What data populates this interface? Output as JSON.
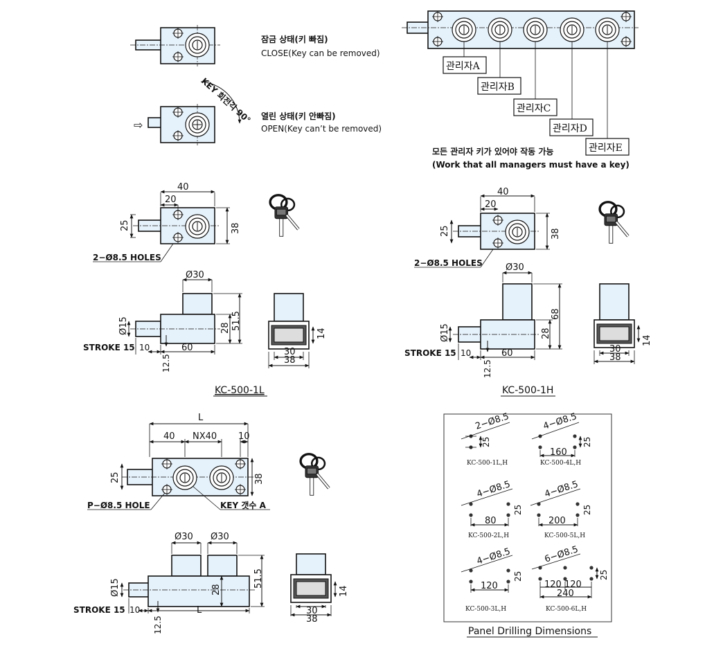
{
  "lock_states": {
    "close_ko": "잠금 상태(키 빠짐)",
    "close_en": "CLOSE(Key can be removed)",
    "open_ko": "열린 상태(키 안빠짐)",
    "open_en": "OPEN(Key can’t be removed)",
    "rotation": "KEY 회전각 90°",
    "arrow": "⇨"
  },
  "managers": {
    "labels": [
      "관리자A",
      "관리자B",
      "관리자C",
      "관리자D",
      "관리자E"
    ],
    "note_ko": "모든 관리자 키가 있어야 작동 가능",
    "note_en": "(Work that all managers must have a key)"
  },
  "kc_1l": {
    "title": "KC-500-1L",
    "dim_40": "40",
    "dim_20": "20",
    "dim_25": "25",
    "dim_38": "38",
    "holes": "2−Ø8.5 HOLES",
    "dia30": "Ø30",
    "dia15": "Ø15",
    "dim_51_5": "51.5",
    "dim_28": "28",
    "stroke": "STROKE 15",
    "dim_10": "10",
    "dim_60": "60",
    "dim_12_5": "12.5",
    "side_30": "30",
    "side_38": "38",
    "side_14": "14"
  },
  "kc_1h": {
    "title": "KC-500-1H",
    "dim_40": "40",
    "dim_20": "20",
    "dim_25": "25",
    "dim_38": "38",
    "holes": "2−Ø8.5 HOLES",
    "dia30": "Ø30",
    "dia15": "Ø15",
    "dim_68": "68",
    "dim_28": "28",
    "stroke": "STROKE 15",
    "dim_10": "10",
    "dim_60": "60",
    "dim_12_5": "12.5",
    "side_30": "30",
    "side_38": "38",
    "side_14": "14"
  },
  "kc_multi": {
    "dim_L": "L",
    "dim_40": "40",
    "dim_nx40": "NX40",
    "dim_10": "10",
    "dim_25": "25",
    "dim_38": "38",
    "holes": "P−Ø8.5 HOLE",
    "keys": "KEY 갯수 A",
    "dia30_a": "Ø30",
    "dia30_b": "Ø30",
    "dia15": "Ø15",
    "dim_51_5": "51.5",
    "dim_28": "28",
    "stroke": "STROKE 15",
    "dim_10b": "10",
    "dim_L_bottom": "L",
    "dim_12_5": "12.5",
    "side_30": "30",
    "side_38": "38",
    "side_14": "14"
  },
  "panel": {
    "title": "Panel Drilling Dimensions",
    "items": [
      {
        "holes": "2−Ø8.5",
        "dim": "25",
        "span": "",
        "span2": "",
        "model": "KC-500-1L,H"
      },
      {
        "holes": "4−Ø8.5",
        "dim": "25",
        "span": "160",
        "span2": "",
        "model": "KC-500-4L,H"
      },
      {
        "holes": "4−Ø8.5",
        "dim": "25",
        "span": "80",
        "span2": "",
        "model": "KC-500-2L,H"
      },
      {
        "holes": "4−Ø8.5",
        "dim": "25",
        "span": "200",
        "span2": "",
        "model": "KC-500-5L,H"
      },
      {
        "holes": "4−Ø8.5",
        "dim": "25",
        "span": "120",
        "span2": "",
        "model": "KC-500-3L,H"
      },
      {
        "holes": "6−Ø8.5",
        "dim": "25",
        "span": "120 120",
        "span2": "240",
        "model": "KC-500-6L,H"
      }
    ]
  }
}
